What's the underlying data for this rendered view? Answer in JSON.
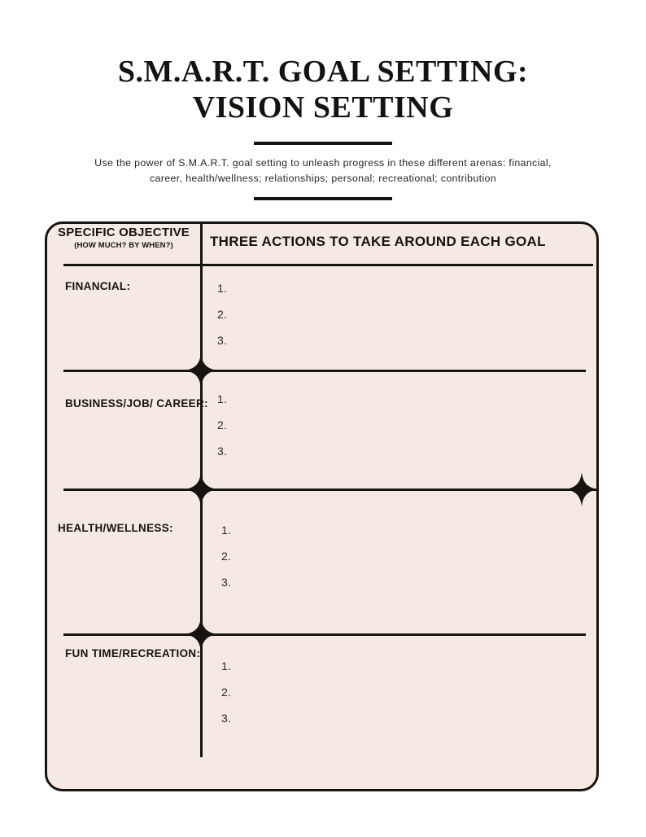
{
  "header": {
    "title_line1": "S.M.A.R.T. GOAL SETTING:",
    "title_line2": "VISION SETTING",
    "subtitle": "Use the power of S.M.A.R.T. goal setting to unleash progress in these different arenas: financial, career, health/wellness; relationships; personal; recreational; contribution"
  },
  "table": {
    "columns": {
      "left_header_main": "SPECIFIC OBJECTIVE",
      "left_header_sub": "(HOW MUCH? BY WHEN?)",
      "right_header": "THREE ACTIONS TO TAKE AROUND EACH GOAL"
    },
    "rows": [
      {
        "label": "FINANCIAL:",
        "actions": [
          "1.",
          "2.",
          "3."
        ]
      },
      {
        "label": "BUSINESS/JOB/ CAREER:",
        "actions": [
          "1.",
          "2.",
          "3."
        ]
      },
      {
        "label": "HEALTH/WELLNESS:",
        "actions": [
          "1.",
          "2.",
          "3."
        ]
      },
      {
        "label": "FUN TIME/RECREATION:",
        "actions": [
          "1.",
          "2.",
          "3."
        ]
      }
    ]
  },
  "decor": {
    "sparkle_name": "four-point-sparkle",
    "ink_color": "#16140f",
    "card_color": "#F4EAE3",
    "page_color": "#FFFFFF"
  }
}
